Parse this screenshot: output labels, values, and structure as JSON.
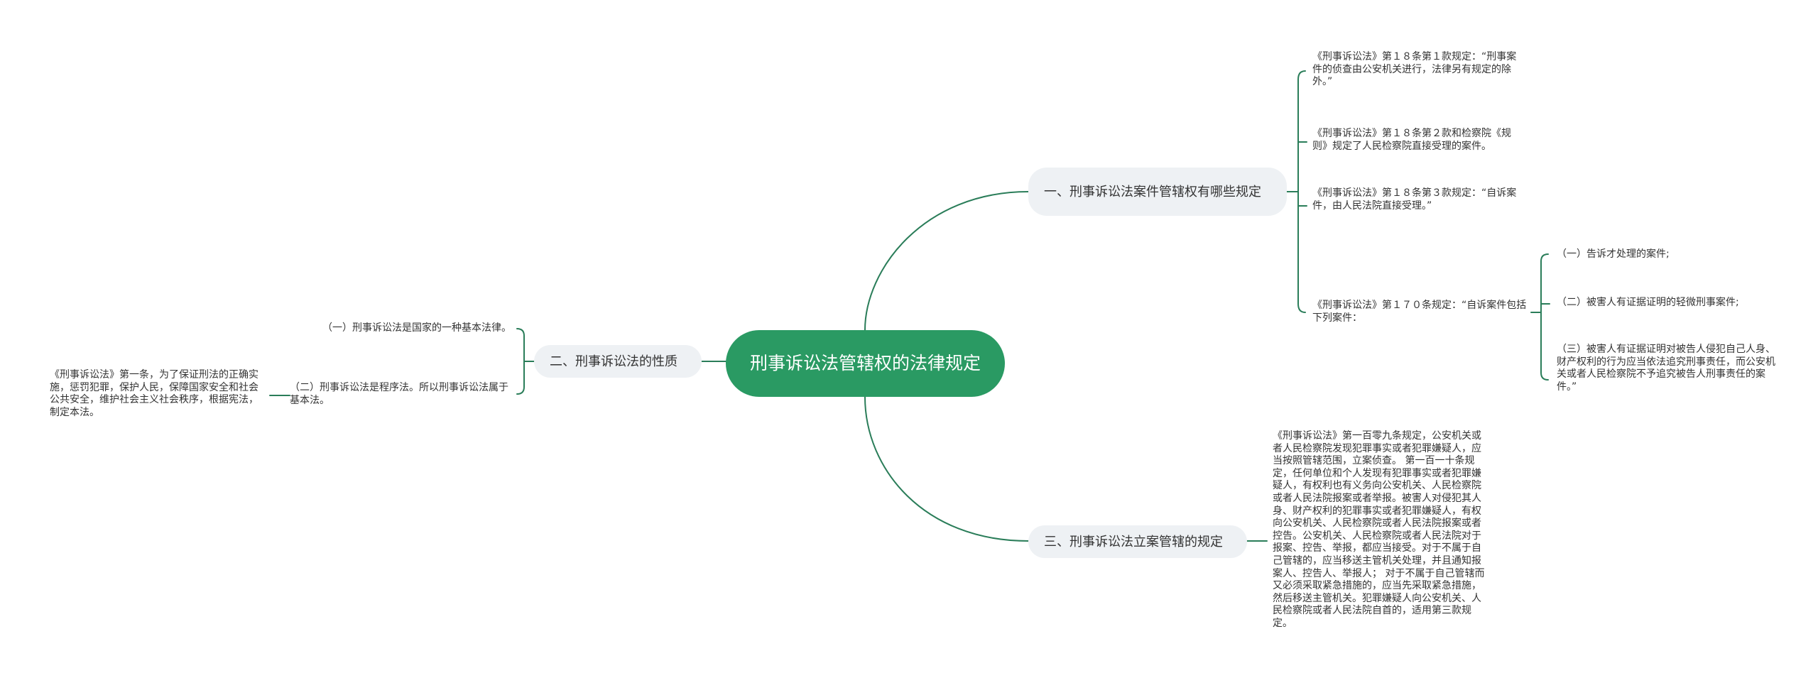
{
  "colors": {
    "line": "#2a7d59",
    "root_bg": "#2a9a63",
    "branch_bg": "#eef1f4",
    "text": "#333333"
  },
  "root": {
    "label": "刑事诉讼法管辖权的法律规定"
  },
  "branches": {
    "b1": {
      "label": "一、刑事诉讼法案件管辖权有哪些规定",
      "children": {
        "c1": "《刑事诉讼法》第１８条第１款规定：“刑事案件的侦查由公安机关进行，法律另有规定的除外。”",
        "c2": "《刑事诉讼法》第１８条第２款和检察院《规则》规定了人民检察院直接受理的案件。",
        "c3": "《刑事诉讼法》第１８条第３款规定：“自诉案件，由人民法院直接受理。”",
        "c4": "《刑事诉讼法》第１７０条规定：“自诉案件包括下列案件：",
        "c4_children": {
          "g1": "（一）告诉才处理的案件;",
          "g2": "（二）被害人有证据证明的轻微刑事案件;",
          "g3": "（三）被害人有证据证明对被告人侵犯自己人身、财产权利的行为应当依法追究刑事责任，而公安机关或者人民检察院不予追究被告人刑事责任的案件。”"
        }
      }
    },
    "b2": {
      "label": "二、刑事诉讼法的性质",
      "children": {
        "c1": "（一）刑事诉讼法是国家的一种基本法律。",
        "c2": "（二）刑事诉讼法是程序法。所以刑事诉讼法属于基本法。",
        "c2_child": "《刑事诉讼法》第一条，为了保证刑法的正确实施，惩罚犯罪，保护人民，保障国家安全和社会公共安全，维护社会主义社会秩序，根据宪法，制定本法。"
      }
    },
    "b3": {
      "label": "三、刑事诉讼法立案管辖的规定",
      "child": "《刑事诉讼法》第一百零九条规定，公安机关或者人民检察院发现犯罪事实或者犯罪嫌疑人，应当按照管辖范围，立案侦查。  第一百一十条规定，任何单位和个人发现有犯罪事实或者犯罪嫌疑人，有权利也有义务向公安机关、人民检察院或者人民法院报案或者举报。被害人对侵犯其人身、财产权利的犯罪事实或者犯罪嫌疑人，有权向公安机关、人民检察院或者人民法院报案或者控告。公安机关、人民检察院或者人民法院对于报案、控告、举报，都应当接受。对于不属于自己管辖的，应当移送主管机关处理，并且通知报案人、控告人、举报人；  对于不属于自己管辖而又必须采取紧急措施的，应当先采取紧急措施，然后移送主管机关。犯罪嫌疑人向公安机关、人民检察院或者人民法院自首的，适用第三款规定。"
    }
  }
}
